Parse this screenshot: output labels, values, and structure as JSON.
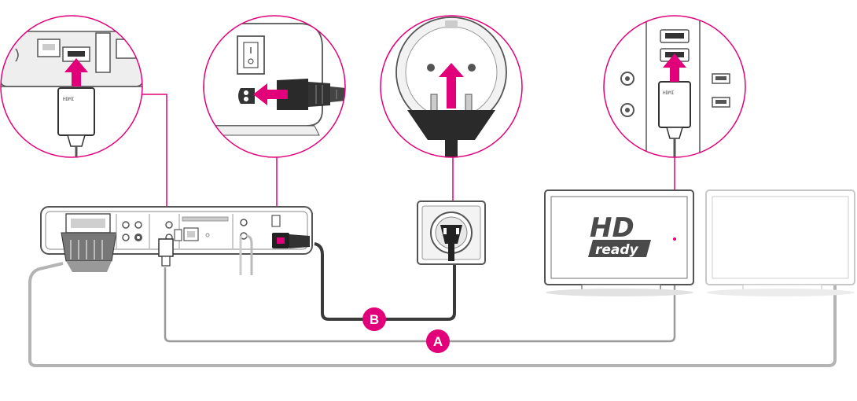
{
  "labels": {
    "cable_a": "A",
    "cable_b": "B",
    "hd_logo_top": "HD",
    "hd_logo_bottom": "ready",
    "hdmi_plug_text": "HDMI"
  },
  "colors": {
    "accent": "#e2007a",
    "outline": "#555555",
    "cable_light": "#9a9a9a",
    "cable_dark": "#3a3a3a",
    "panel": "#e8e8e8"
  },
  "icons": {
    "hdmi": "hdmi-port-icon",
    "power": "power-plug-icon",
    "arrow": "arrow-up-icon"
  }
}
